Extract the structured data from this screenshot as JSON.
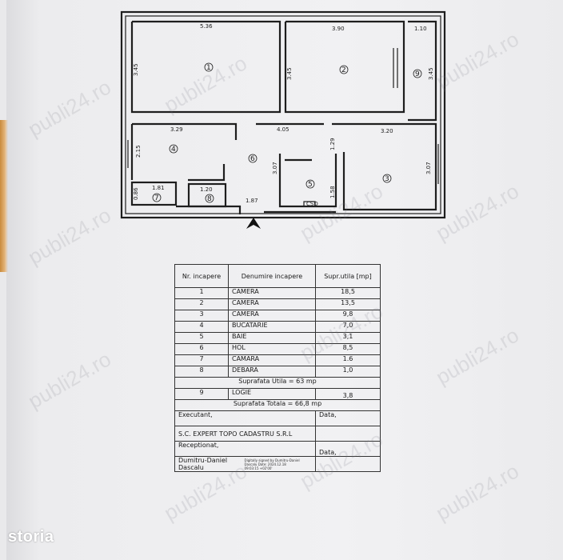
{
  "plan": {
    "dimensions": {
      "d1": "5.36",
      "d2": "3.90",
      "d3": "1.10",
      "d4": "3.45",
      "d5": "3.45",
      "d6": "3.45",
      "d7": "3.29",
      "d8": "4.05",
      "d9": "3.20",
      "d10": "2.15",
      "d11": "1.29",
      "d12": "3.07",
      "d13": "3.07",
      "d14": "1.81",
      "d15": "1.20",
      "d16": "0.86",
      "d17": "1.58",
      "d18": "1.87"
    },
    "rooms": [
      "1",
      "2",
      "3",
      "4",
      "5",
      "6",
      "7",
      "8",
      "9"
    ],
    "fixture_label": "CSD"
  },
  "legend": {
    "head_nr": "Nr. incapere",
    "head_name": "Denumire incapere",
    "head_area": "Supr.utila [mp]",
    "rows": [
      {
        "nr": "1",
        "name": "CAMERA",
        "area": "18,5"
      },
      {
        "nr": "2",
        "name": "CAMERA",
        "area": "13,5"
      },
      {
        "nr": "3",
        "name": "CAMERA",
        "area": "9,8"
      },
      {
        "nr": "4",
        "name": "BUCATARIE",
        "area": "7,0"
      },
      {
        "nr": "5",
        "name": "BAIE",
        "area": "3,1"
      },
      {
        "nr": "6",
        "name": "HOL",
        "area": "8,5"
      },
      {
        "nr": "7",
        "name": "CAMARA",
        "area": "1.6"
      },
      {
        "nr": "8",
        "name": "DEBARA",
        "area": "1,0"
      }
    ],
    "suprafata_utila": "Suprafata Utila = 63 mp",
    "logie": {
      "nr": "9",
      "name": "LOGIE",
      "area": "3,8"
    },
    "suprafata_totala": "Suprafata Totala = 66,8 mp",
    "executant": "Executant,",
    "data1": "Data,",
    "company": "S.C. EXPERT TOPO CADASTRU S.R.L",
    "receptionat": "Receptionat,",
    "data2": "Data,",
    "signer": "Dumitru-Daniel Dascalu",
    "signed_note": "Digitally signed by Dumitru-Daniel Dascalu Date: 2024.12.18 09:03:15 +02'00'"
  },
  "watermark": "publi24.ro",
  "brand": "storia"
}
